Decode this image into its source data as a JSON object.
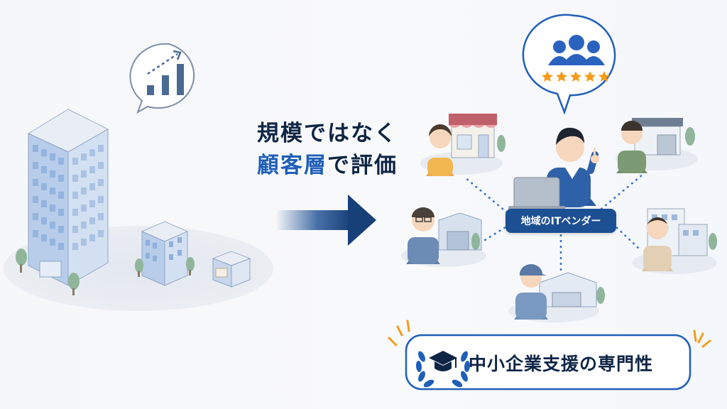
{
  "headline": {
    "line1": "規模ではなく",
    "line2_accent": "顧客層",
    "line2_rest": "で評価"
  },
  "vendor_label": "地域のITベンダー",
  "badge_label": "中小企業支援の専門性",
  "rating_stars": 5,
  "colors": {
    "navy": "#0f2545",
    "accent_blue": "#1f5fb8",
    "label_bg": "#1d4f93",
    "star_orange": "#f39c1a",
    "building_blue": "#a9c3e6"
  },
  "icons": [
    "growth-chart-icon",
    "arrow-right-icon",
    "users-icon",
    "star-icon",
    "graduation-cap-icon",
    "laurel-icon"
  ]
}
